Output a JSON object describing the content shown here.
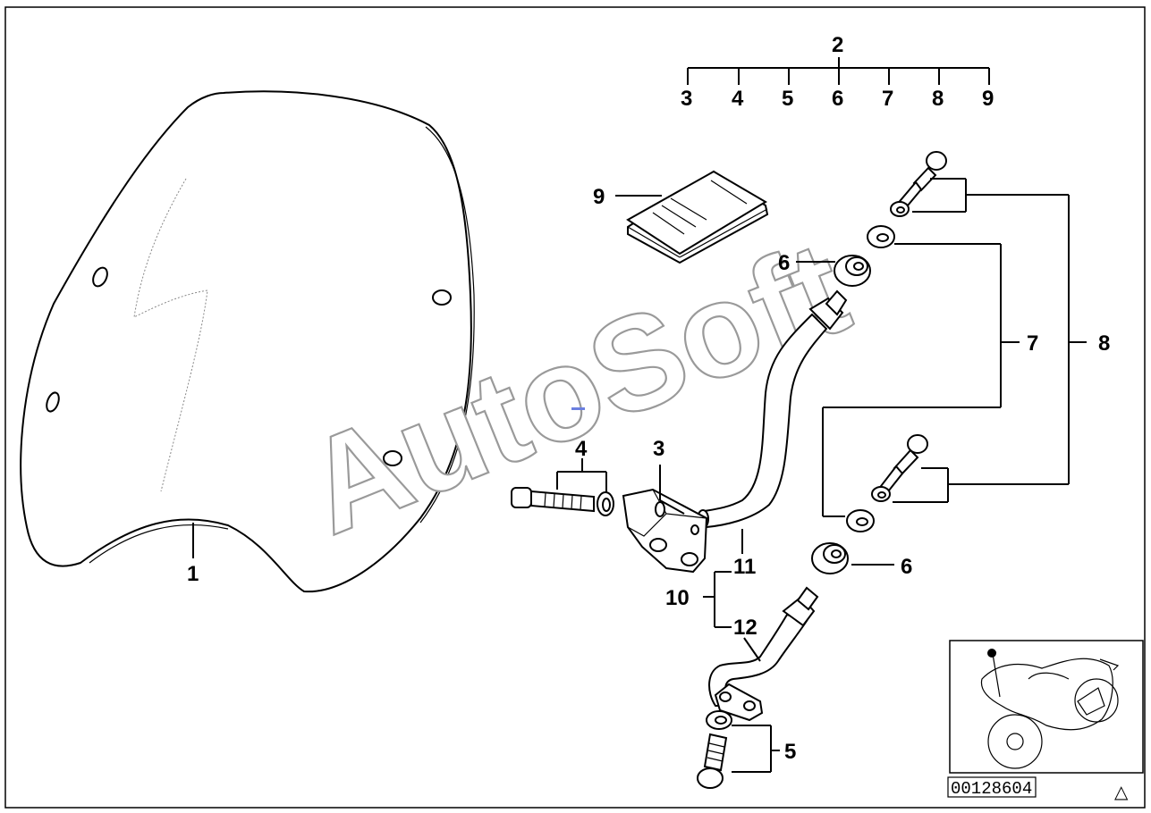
{
  "callouts": {
    "c1": "1",
    "c2": "2",
    "tree": [
      "3",
      "4",
      "5",
      "6",
      "7",
      "8",
      "9"
    ],
    "c3": "3",
    "c4": "4",
    "c5": "5",
    "c6a": "6",
    "c6b": "6",
    "c7": "7",
    "c8": "8",
    "c9": "9",
    "c10": "10",
    "c11": "11",
    "c12": "12"
  },
  "watermark": "AutoSoft",
  "diagram_code": "00128604",
  "warning_symbol": "△",
  "icons": {
    "windscreen": "windscreen-icon",
    "motorcycle": "motorcycle-thumbnail-icon"
  }
}
